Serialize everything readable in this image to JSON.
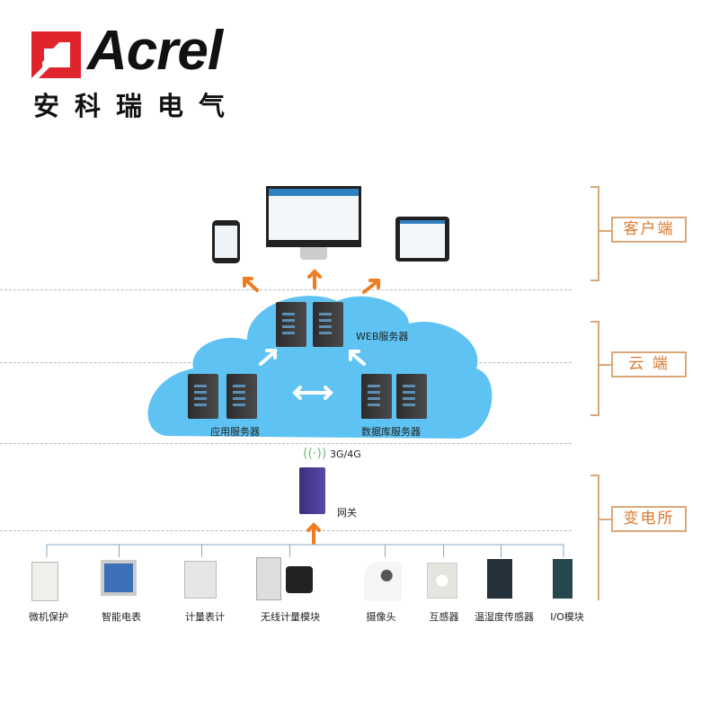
{
  "logo": {
    "brand": "Acrel",
    "chinese": "安科瑞电气",
    "color": "#e0242b"
  },
  "layers": {
    "client": "客户端",
    "cloud": "云 端",
    "substation": "变电所"
  },
  "cloud": {
    "web_server": "WEB服务器",
    "app_server": "应用服务器",
    "db_server": "数据库服务器"
  },
  "gateway": {
    "network": "3G/4G",
    "label": "网关"
  },
  "devices": [
    "微机保护",
    "智能电表",
    "计量表计",
    "无线计量模块",
    "摄像头",
    "互感器",
    "温湿度传感器",
    "I/O模块"
  ],
  "colors": {
    "accent": "#f07c22",
    "cloud": "#5ec3f2",
    "bracket": "#dba779"
  }
}
